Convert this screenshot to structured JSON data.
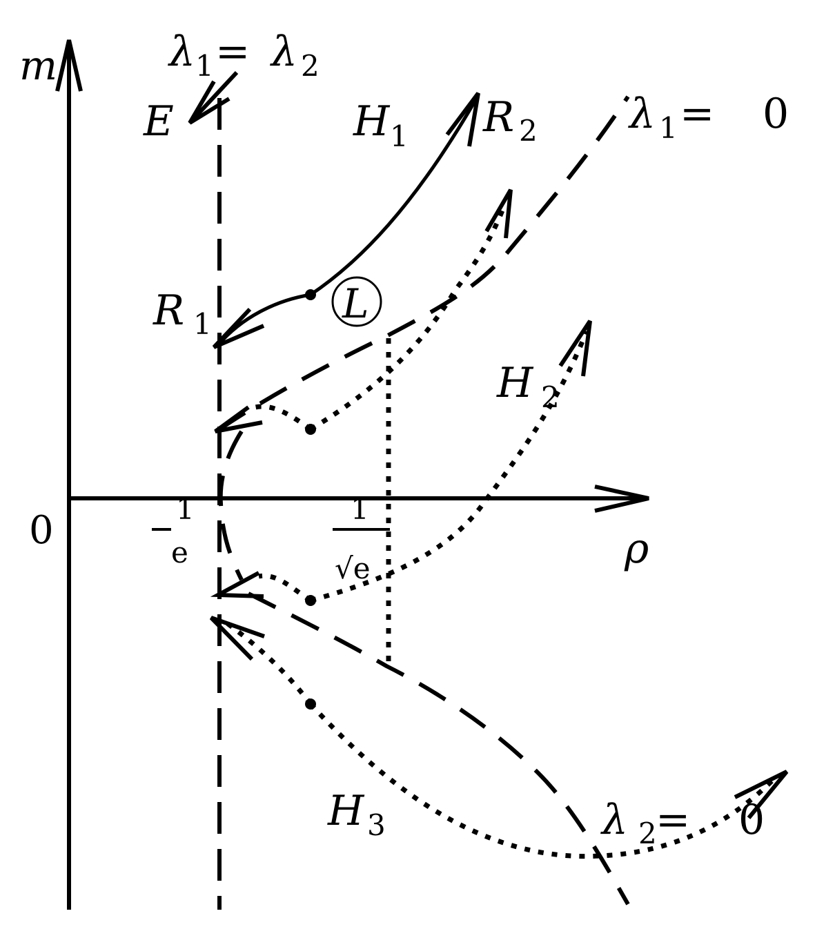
{
  "figure": {
    "type": "phase diagram",
    "axes": {
      "x_label": "ρ",
      "y_label": "m",
      "origin_label": "0",
      "x_ticks": [
        {
          "num": "1",
          "den": "e",
          "label": "1/e"
        },
        {
          "num": "1",
          "den": "√e",
          "label": "1/√e"
        }
      ]
    },
    "curves": {
      "lambda1_eq_lambda2": {
        "label_parts": [
          "λ",
          "1",
          " = ",
          "λ",
          "2"
        ],
        "style": "dashed vertical line at ρ = 1/e"
      },
      "lambda1_eq_0": {
        "label_parts": [
          "λ",
          "1",
          " = ",
          "0"
        ],
        "style": "dashed"
      },
      "lambda2_eq_0": {
        "label_parts": [
          "λ",
          "2",
          " = ",
          "0"
        ],
        "style": "dashed"
      }
    },
    "regions": {
      "E": "E",
      "H1": {
        "base": "H",
        "sub": "1"
      },
      "H2": {
        "base": "H",
        "sub": "2"
      },
      "H3": {
        "base": "H",
        "sub": "3"
      },
      "R1": {
        "base": "R",
        "sub": "1"
      },
      "R2": {
        "base": "R",
        "sub": "2"
      },
      "L": "L"
    },
    "legend_styles": {
      "solid": "trajectory in H1 region",
      "dotted": "trajectories in H2/H3 regions",
      "dashed": "boundary curves"
    },
    "colors": {
      "ink": "#000000",
      "background": "#ffffff"
    }
  }
}
